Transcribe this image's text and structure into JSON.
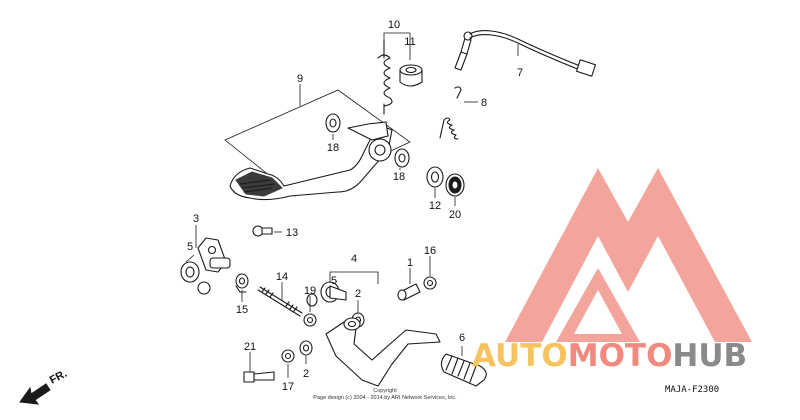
{
  "callouts": {
    "c1": "1",
    "c2a": "2",
    "c2b": "2",
    "c3": "3",
    "c4": "4",
    "c5a": "5",
    "c5b": "5",
    "c6": "6",
    "c7": "7",
    "c8": "8",
    "c9": "9",
    "c10": "10",
    "c11": "11",
    "c12": "12",
    "c13": "13",
    "c14": "14",
    "c15": "15",
    "c16": "16",
    "c17": "17",
    "c18a": "18",
    "c18b": "18",
    "c19": "19",
    "c20": "20",
    "c21": "21"
  },
  "direction_label": "FR.",
  "diagram_code": "MAJA-F2300",
  "copyright": {
    "line1": "Copyright",
    "line2": "Page design (c) 2004 - 2014 by ARI Network Services, Inc."
  },
  "watermark": {
    "auto": "AUTO",
    "moto": "MOTO",
    "hub": "HUB",
    "colors": {
      "auto": "#f6c35f",
      "moto": "#f08a7e",
      "hub": "#8a8a8a",
      "logo": "#f2a096"
    }
  }
}
